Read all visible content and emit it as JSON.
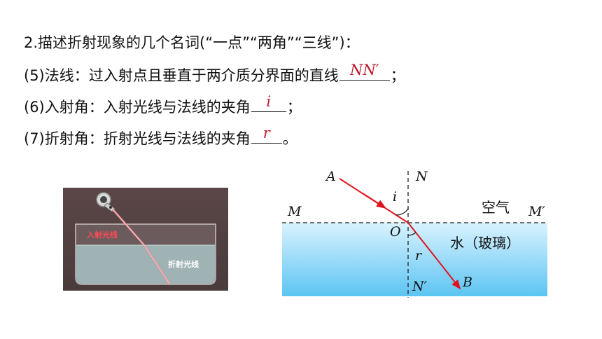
{
  "text": {
    "heading": "2.描述折射现象的几个名词(“一点”“两角”“三线”)：",
    "item5_prefix": "(5)法线：过入射点且垂直于两介质分界面的直线",
    "item5_answer": "NN′",
    "item5_suffix": "；",
    "item6_prefix": "(6)入射角：入射光线与法线的夹角",
    "item6_answer": "i",
    "item6_suffix": "；",
    "item7_prefix": "(7)折射角：折射光线与法线的夹角",
    "item7_answer": "r",
    "item7_suffix": "。"
  },
  "photo": {
    "incident_label": "入射光线",
    "refracted_label": "折射光线"
  },
  "diagram": {
    "labels": {
      "A": "A",
      "N": "N",
      "M": "M",
      "M_prime": "M′",
      "O": "O",
      "N_prime": "N′",
      "B": "B",
      "i": "i",
      "r": "r",
      "air": "空气",
      "water": "水（玻璃）"
    }
  },
  "colors": {
    "answer": "#c0182a",
    "ray": "#e0141e",
    "water_top": "#d9f3ff",
    "water_bottom": "#5cc4f2",
    "photo_bg": "#5e4b4b",
    "photo_water": "#9fb3b5",
    "photo_beam": "#e88b90"
  }
}
